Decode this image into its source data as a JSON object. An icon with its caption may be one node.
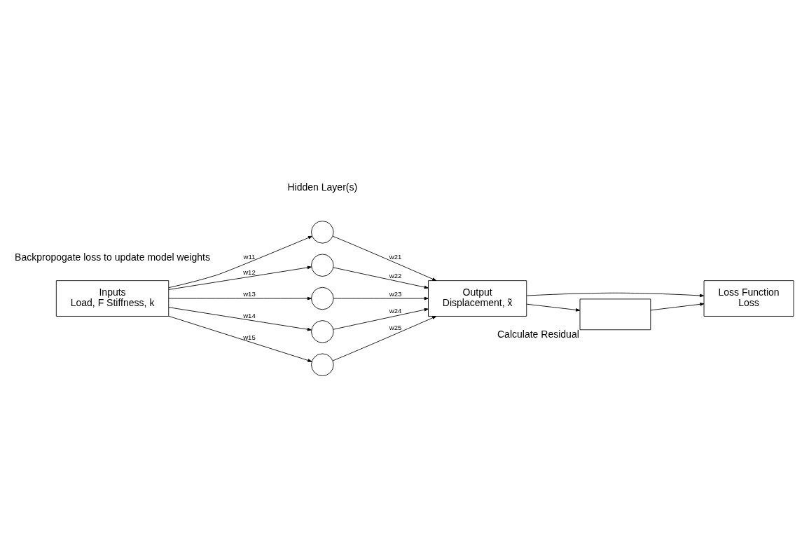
{
  "diagram": {
    "nodes": [
      {
        "text": [
          "Inputs",
          "Load, F Stiffness, k"
        ]
      },
      {
        "text": [],
        "shape": "circle"
      },
      {
        "text": [],
        "shape": "circle"
      },
      {
        "text": [],
        "shape": "circle"
      },
      {
        "text": [],
        "shape": "circle"
      },
      {
        "text": [],
        "shape": "circle"
      },
      {
        "text": [
          "Output",
          "Displacement, x̃"
        ]
      },
      {
        "text": [
          "Loss Function",
          "Loss"
        ]
      },
      {
        "text": [],
        "shape": "box",
        "beside": [
          "Calculate Residual"
        ]
      }
    ],
    "edges": [
      {
        "from": 0,
        "to": 1,
        "arrow": "to",
        "label": "w11"
      },
      {
        "from": 0,
        "to": 2,
        "arrow": "to",
        "label": "w12"
      },
      {
        "from": 0,
        "to": 3,
        "arrow": "to",
        "label": "w13"
      },
      {
        "from": 0,
        "to": 4,
        "arrow": "to",
        "label": "w14"
      },
      {
        "from": 0,
        "to": 5,
        "arrow": "to",
        "label": "w15"
      },
      {
        "from": 1,
        "to": 6,
        "arrow": "to",
        "label": "w21"
      },
      {
        "from": 2,
        "to": 6,
        "arrow": "to",
        "label": "w22"
      },
      {
        "from": 3,
        "to": 6,
        "arrow": "to",
        "label": "w23"
      },
      {
        "from": 4,
        "to": 6,
        "arrow": "to",
        "label": "w24"
      },
      {
        "from": 5,
        "to": 6,
        "arrow": "to",
        "label": "w25"
      },
      {
        "from": 6,
        "to": 7,
        "arrow": "to"
      },
      {
        "from": 6,
        "to": 8,
        "arrow": "to"
      },
      {
        "from": 8,
        "to": 7,
        "arrow": "to"
      }
    ],
    "labels": [
      "Hidden Layer(s)",
      "Backpropogate loss to update model weights"
    ]
  }
}
